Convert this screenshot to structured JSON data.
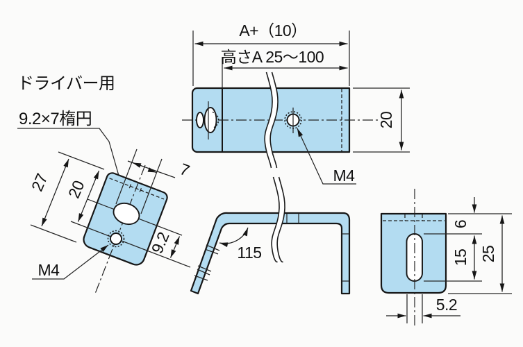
{
  "labels": {
    "driver": "ドライバー用",
    "oval": "9.2×7楕円",
    "m4_top_view": "M4",
    "m4_plate_view": "M4"
  },
  "top_view_dims": {
    "overall_width": "A+（10）",
    "height_range": "高さA 25～100",
    "depth": "20"
  },
  "plate_view_dims": {
    "overall": "27",
    "hole_offset": "20",
    "oval_width": "7",
    "hole_pitch": "9.2"
  },
  "side_view_dims": {
    "bend_angle": "115"
  },
  "end_view_dims": {
    "edge_to_slot": "6",
    "slot_length": "15",
    "overall_height": "25",
    "slot_width": "5.2"
  },
  "colors": {
    "part_fill": "#b3dcf1",
    "hole_fill": "#ffffff",
    "outline": "#161616",
    "background": "#fbfbfa"
  }
}
